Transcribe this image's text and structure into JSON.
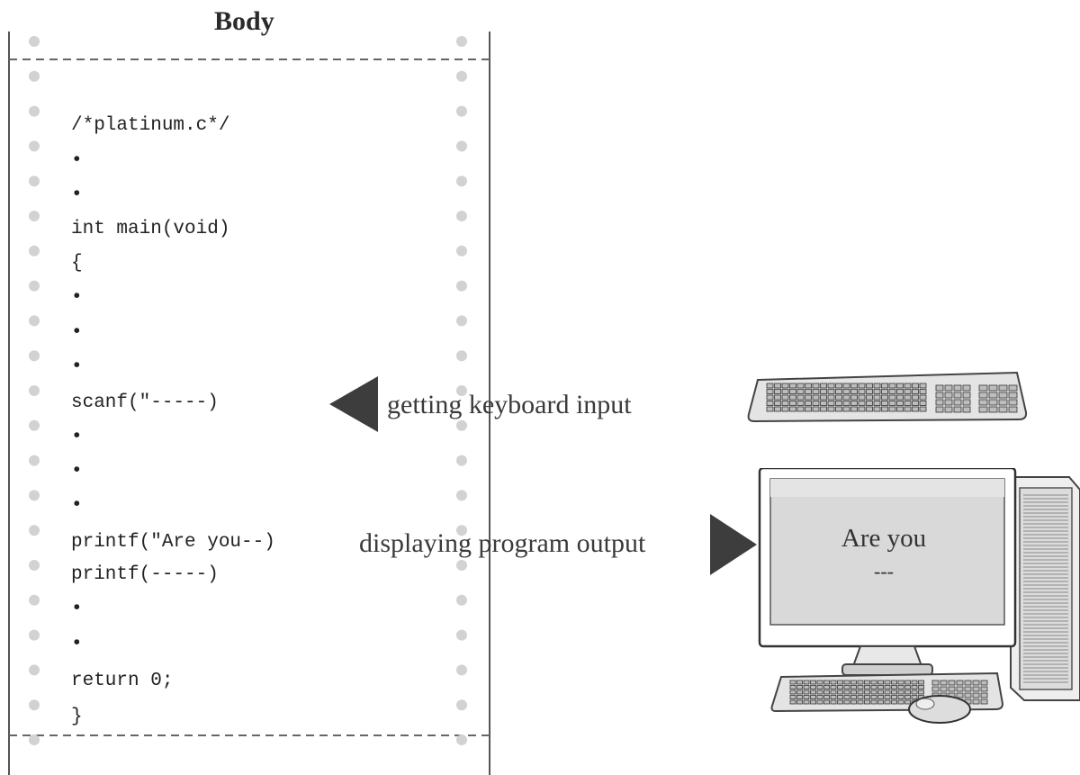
{
  "title": "Body",
  "code_lines": [
    "/*platinum.c*/",
    "•",
    "•",
    "int main(void)",
    "{",
    "•",
    "•",
    "•",
    "scanf(\"-----)",
    "•",
    "•",
    "•",
    "printf(\"Are you--)",
    "printf(-----)",
    "•",
    "•",
    "return 0;",
    "}"
  ],
  "labels": {
    "keyboard_input": "getting keyboard input",
    "program_output": "displaying program output"
  },
  "monitor": {
    "line1": "Are you",
    "line2": "---"
  },
  "icons": [
    "keyboard-icon",
    "desktop-computer-icon",
    "mouse-icon",
    "arrow-left-icon",
    "arrow-right-icon"
  ]
}
